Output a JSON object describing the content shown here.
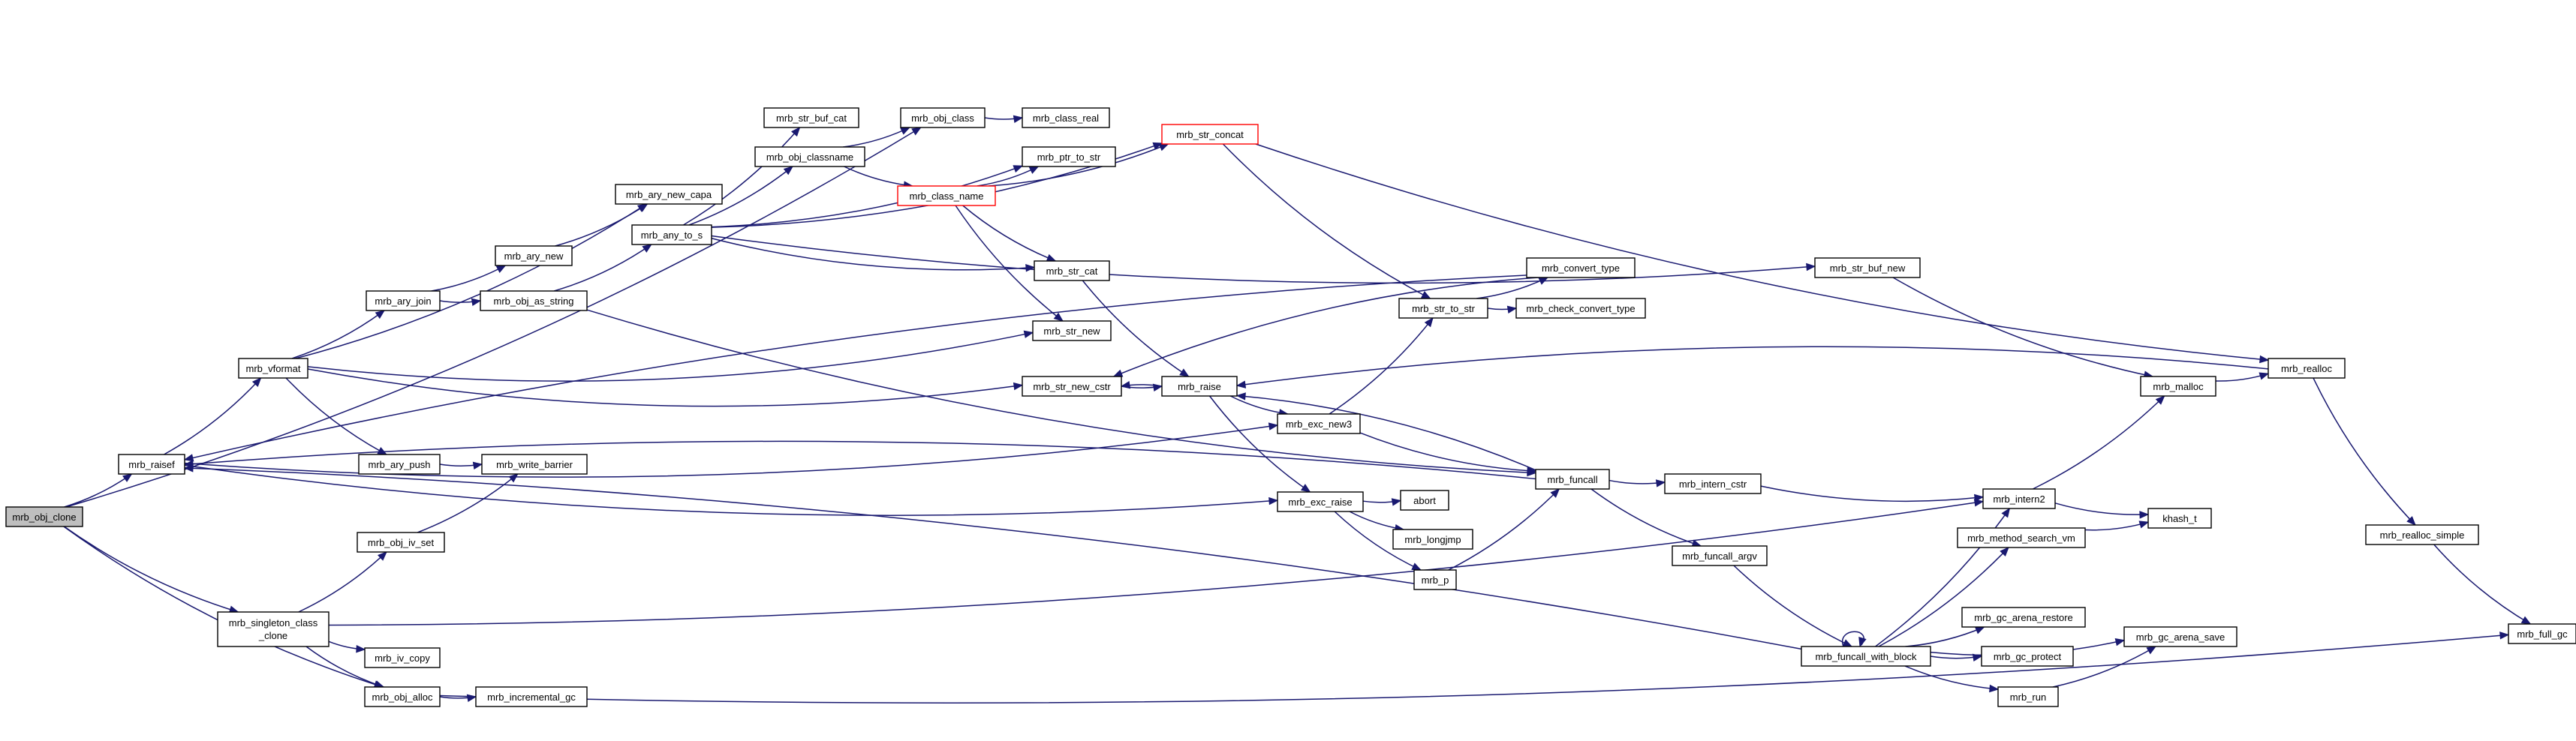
{
  "diagram": {
    "colors": {
      "edge": "#191970",
      "truncated_border": "#ff0000",
      "root_fill": "#bfbfbf",
      "node_border": "#000000"
    },
    "nodes": [
      {
        "id": "mrb_obj_clone",
        "label": "mrb_obj_clone"
      },
      {
        "id": "mrb_raisef",
        "label": "mrb_raisef"
      },
      {
        "id": "mrb_singleton_class_clone",
        "label": "mrb_singleton_class",
        "label2": "_clone"
      },
      {
        "id": "mrb_obj_alloc",
        "label": "mrb_obj_alloc"
      },
      {
        "id": "mrb_vformat",
        "label": "mrb_vformat"
      },
      {
        "id": "mrb_ary_join",
        "label": "mrb_ary_join"
      },
      {
        "id": "mrb_ary_push",
        "label": "mrb_ary_push"
      },
      {
        "id": "mrb_obj_iv_set",
        "label": "mrb_obj_iv_set"
      },
      {
        "id": "mrb_iv_copy",
        "label": "mrb_iv_copy"
      },
      {
        "id": "mrb_ary_new",
        "label": "mrb_ary_new"
      },
      {
        "id": "mrb_obj_as_string",
        "label": "mrb_obj_as_string"
      },
      {
        "id": "mrb_write_barrier",
        "label": "mrb_write_barrier"
      },
      {
        "id": "mrb_incremental_gc",
        "label": "mrb_incremental_gc"
      },
      {
        "id": "mrb_ary_new_capa",
        "label": "mrb_ary_new_capa"
      },
      {
        "id": "mrb_any_to_s",
        "label": "mrb_any_to_s"
      },
      {
        "id": "mrb_str_buf_cat",
        "label": "mrb_str_buf_cat"
      },
      {
        "id": "mrb_obj_classname",
        "label": "mrb_obj_classname"
      },
      {
        "id": "mrb_obj_class",
        "label": "mrb_obj_class"
      },
      {
        "id": "mrb_class_real",
        "label": "mrb_class_real"
      },
      {
        "id": "mrb_class_name",
        "label": "mrb_class_name",
        "truncated": true
      },
      {
        "id": "mrb_ptr_to_str",
        "label": "mrb_ptr_to_str"
      },
      {
        "id": "mrb_str_cat",
        "label": "mrb_str_cat"
      },
      {
        "id": "mrb_str_new",
        "label": "mrb_str_new"
      },
      {
        "id": "mrb_str_new_cstr",
        "label": "mrb_str_new_cstr"
      },
      {
        "id": "mrb_raise",
        "label": "mrb_raise"
      },
      {
        "id": "mrb_exc_new3",
        "label": "mrb_exc_new3"
      },
      {
        "id": "mrb_exc_raise",
        "label": "mrb_exc_raise"
      },
      {
        "id": "abort",
        "label": "abort"
      },
      {
        "id": "mrb_longjmp",
        "label": "mrb_longjmp"
      },
      {
        "id": "mrb_p",
        "label": "mrb_p"
      },
      {
        "id": "mrb_str_concat",
        "label": "mrb_str_concat",
        "truncated": true
      },
      {
        "id": "mrb_str_to_str",
        "label": "mrb_str_to_str"
      },
      {
        "id": "mrb_convert_type",
        "label": "mrb_convert_type"
      },
      {
        "id": "mrb_check_convert_type",
        "label": "mrb_check_convert_type"
      },
      {
        "id": "mrb_funcall",
        "label": "mrb_funcall"
      },
      {
        "id": "mrb_intern_cstr",
        "label": "mrb_intern_cstr"
      },
      {
        "id": "mrb_funcall_argv",
        "label": "mrb_funcall_argv"
      },
      {
        "id": "mrb_funcall_with_block",
        "label": "mrb_funcall_with_block"
      },
      {
        "id": "mrb_str_buf_new",
        "label": "mrb_str_buf_new"
      },
      {
        "id": "mrb_malloc",
        "label": "mrb_malloc"
      },
      {
        "id": "mrb_realloc",
        "label": "mrb_realloc"
      },
      {
        "id": "mrb_intern2",
        "label": "mrb_intern2"
      },
      {
        "id": "mrb_method_search_vm",
        "label": "mrb_method_search_vm"
      },
      {
        "id": "khash_t",
        "label": "khash_t"
      },
      {
        "id": "mrb_gc_arena_restore",
        "label": "mrb_gc_arena_restore"
      },
      {
        "id": "mrb_gc_arena_save",
        "label": "mrb_gc_arena_save"
      },
      {
        "id": "mrb_gc_protect",
        "label": "mrb_gc_protect"
      },
      {
        "id": "mrb_run",
        "label": "mrb_run"
      },
      {
        "id": "mrb_realloc_simple",
        "label": "mrb_realloc_simple"
      },
      {
        "id": "mrb_full_gc",
        "label": "mrb_full_gc"
      }
    ],
    "edges": [
      [
        "mrb_obj_clone",
        "mrb_raisef"
      ],
      [
        "mrb_obj_clone",
        "mrb_obj_class"
      ],
      [
        "mrb_obj_clone",
        "mrb_singleton_class_clone"
      ],
      [
        "mrb_obj_clone",
        "mrb_obj_alloc"
      ],
      [
        "mrb_raisef",
        "mrb_vformat"
      ],
      [
        "mrb_raisef",
        "mrb_exc_new3"
      ],
      [
        "mrb_raisef",
        "mrb_exc_raise"
      ],
      [
        "mrb_vformat",
        "mrb_ary_new_capa"
      ],
      [
        "mrb_vformat",
        "mrb_ary_join"
      ],
      [
        "mrb_vformat",
        "mrb_str_new"
      ],
      [
        "mrb_vformat",
        "mrb_str_new_cstr"
      ],
      [
        "mrb_vformat",
        "mrb_ary_push"
      ],
      [
        "mrb_ary_join",
        "mrb_ary_new"
      ],
      [
        "mrb_ary_join",
        "mrb_obj_as_string"
      ],
      [
        "mrb_ary_new",
        "mrb_ary_new_capa"
      ],
      [
        "mrb_ary_push",
        "mrb_write_barrier"
      ],
      [
        "mrb_obj_as_string",
        "mrb_any_to_s"
      ],
      [
        "mrb_obj_as_string",
        "mrb_funcall"
      ],
      [
        "mrb_any_to_s",
        "mrb_str_buf_cat"
      ],
      [
        "mrb_any_to_s",
        "mrb_obj_classname"
      ],
      [
        "mrb_any_to_s",
        "mrb_ptr_to_str"
      ],
      [
        "mrb_any_to_s",
        "mrb_str_concat"
      ],
      [
        "mrb_any_to_s",
        "mrb_str_cat"
      ],
      [
        "mrb_any_to_s",
        "mrb_str_buf_new"
      ],
      [
        "mrb_obj_classname",
        "mrb_obj_class"
      ],
      [
        "mrb_obj_classname",
        "mrb_class_name"
      ],
      [
        "mrb_obj_class",
        "mrb_class_real"
      ],
      [
        "mrb_class_name",
        "mrb_ptr_to_str"
      ],
      [
        "mrb_class_name",
        "mrb_str_concat"
      ],
      [
        "mrb_class_name",
        "mrb_str_cat"
      ],
      [
        "mrb_class_name",
        "mrb_str_new"
      ],
      [
        "mrb_str_concat",
        "mrb_str_to_str"
      ],
      [
        "mrb_str_concat",
        "mrb_realloc"
      ],
      [
        "mrb_str_cat",
        "mrb_raise"
      ],
      [
        "mrb_str_new_cstr",
        "mrb_raise"
      ],
      [
        "mrb_raise",
        "mrb_str_new_cstr"
      ],
      [
        "mrb_raise",
        "mrb_exc_new3"
      ],
      [
        "mrb_raise",
        "mrb_exc_raise"
      ],
      [
        "mrb_exc_new3",
        "mrb_str_to_str"
      ],
      [
        "mrb_exc_new3",
        "mrb_funcall"
      ],
      [
        "mrb_str_to_str",
        "mrb_convert_type"
      ],
      [
        "mrb_str_to_str",
        "mrb_check_convert_type"
      ],
      [
        "mrb_convert_type",
        "mrb_str_new_cstr"
      ],
      [
        "mrb_convert_type",
        "mrb_raisef"
      ],
      [
        "mrb_exc_raise",
        "abort"
      ],
      [
        "mrb_exc_raise",
        "mrb_longjmp"
      ],
      [
        "mrb_exc_raise",
        "mrb_p"
      ],
      [
        "mrb_p",
        "mrb_funcall"
      ],
      [
        "mrb_funcall",
        "mrb_raise"
      ],
      [
        "mrb_funcall",
        "mrb_intern_cstr"
      ],
      [
        "mrb_funcall",
        "mrb_funcall_argv"
      ],
      [
        "mrb_funcall",
        "mrb_raisef"
      ],
      [
        "mrb_intern_cstr",
        "mrb_intern2"
      ],
      [
        "mrb_funcall_argv",
        "mrb_funcall_with_block"
      ],
      [
        "mrb_funcall_with_block",
        "mrb_funcall_with_block"
      ],
      [
        "mrb_funcall_with_block",
        "mrb_intern2"
      ],
      [
        "mrb_funcall_with_block",
        "mrb_method_search_vm"
      ],
      [
        "mrb_funcall_with_block",
        "mrb_gc_arena_restore"
      ],
      [
        "mrb_funcall_with_block",
        "mrb_gc_arena_save"
      ],
      [
        "mrb_funcall_with_block",
        "mrb_gc_protect"
      ],
      [
        "mrb_funcall_with_block",
        "mrb_run"
      ],
      [
        "mrb_funcall_with_block",
        "mrb_raisef"
      ],
      [
        "mrb_run",
        "mrb_gc_arena_save"
      ],
      [
        "mrb_method_search_vm",
        "khash_t"
      ],
      [
        "mrb_intern2",
        "mrb_malloc"
      ],
      [
        "mrb_intern2",
        "khash_t"
      ],
      [
        "mrb_str_buf_new",
        "mrb_malloc"
      ],
      [
        "mrb_malloc",
        "mrb_realloc"
      ],
      [
        "mrb_realloc",
        "mrb_raise"
      ],
      [
        "mrb_realloc",
        "mrb_realloc_simple"
      ],
      [
        "mrb_realloc_simple",
        "mrb_full_gc"
      ],
      [
        "mrb_singleton_class_clone",
        "mrb_obj_iv_set"
      ],
      [
        "mrb_singleton_class_clone",
        "mrb_iv_copy"
      ],
      [
        "mrb_singleton_class_clone",
        "mrb_obj_alloc"
      ],
      [
        "mrb_singleton_class_clone",
        "mrb_intern2"
      ],
      [
        "mrb_obj_iv_set",
        "mrb_write_barrier"
      ],
      [
        "mrb_obj_alloc",
        "mrb_incremental_gc"
      ],
      [
        "mrb_obj_alloc",
        "mrb_full_gc"
      ]
    ]
  }
}
